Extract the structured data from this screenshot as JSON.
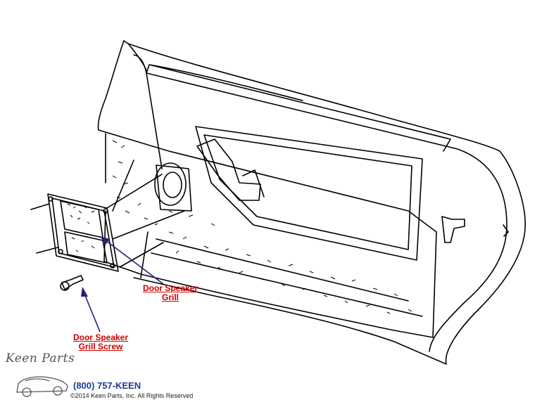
{
  "callouts": {
    "grill": {
      "line1": "Door Speaker",
      "line2": "Grill"
    },
    "screw": {
      "line1": "Door Speaker",
      "line2": "Grill Screw"
    }
  },
  "footer": {
    "logo_text": "Keen Parts",
    "phone": "(800) 757-KEEN",
    "copyright": "©2014 Keen Parts, Inc. All Rights Reserved"
  },
  "colors": {
    "callout_text": "#cc0000",
    "arrow": "#2b1b7a",
    "phone": "#1f3a93",
    "line_art": "#000000"
  }
}
